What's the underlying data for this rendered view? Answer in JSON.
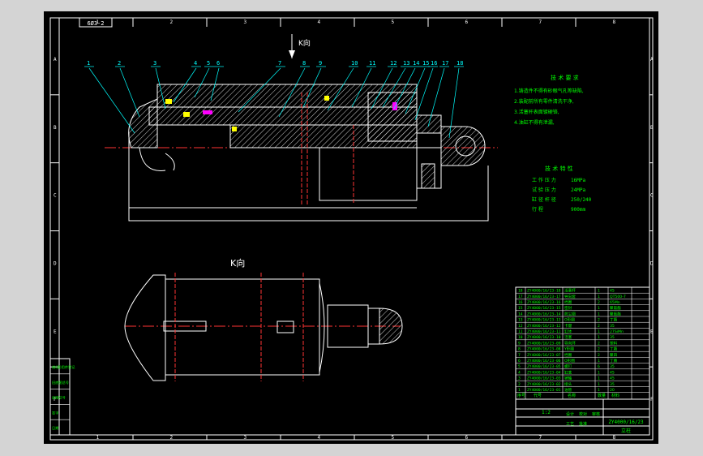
{
  "sheet": {
    "corner_code": "6Ø3-2",
    "border_letters_top": [
      "1",
      "2",
      "3",
      "4",
      "5",
      "6",
      "7",
      "8"
    ],
    "border_letters_side": [
      "A",
      "B",
      "C",
      "D",
      "E",
      "F"
    ]
  },
  "view_labels": {
    "k_arrow": "K向",
    "k_view": "K向"
  },
  "balloons": [
    "1",
    "2",
    "3",
    "4",
    "5",
    "6",
    "7",
    "8",
    "9",
    "10",
    "11",
    "12",
    "13",
    "14",
    "15",
    "16",
    "17",
    "18"
  ],
  "tech_requirements": {
    "title": "技 术 要 求",
    "lines": [
      "1.铸造件不得有砂眼气孔等缺陷,",
      "2.装配前所有零件清洗干净,",
      "3.活塞杆表面镀硬铬,",
      "4.油缸不得有泄漏,"
    ]
  },
  "tech_specs": {
    "title": "技 术 特 性",
    "rows": [
      {
        "label": "工 作 压 力",
        "value": "16MPa"
      },
      {
        "label": "试 验 压 力",
        "value": "24MPa"
      },
      {
        "label": "缸 径 杆 径",
        "value": "250/240"
      },
      {
        "label": "行     程",
        "value": "900mm"
      }
    ]
  },
  "bom": {
    "rows": [
      [
        "18",
        "ZY4000/16/23-18",
        "活塞杆",
        "1",
        "45"
      ],
      [
        "17",
        "ZY4000/16/23-17",
        "导向套",
        "1",
        "QT500-7"
      ],
      [
        "16",
        "ZY4000/16/23-16",
        "挡圈",
        "2",
        "65Mn"
      ],
      [
        "15",
        "ZY4000/16/23-15",
        "密封",
        "1",
        "聚氨酯"
      ],
      [
        "14",
        "ZY4000/16/23-14",
        "防尘圈",
        "1",
        "聚氨酯"
      ],
      [
        "13",
        "ZY4000/16/23-13",
        "O形圈",
        "2",
        "丁腈"
      ],
      [
        "12",
        "ZY4000/16/23-12",
        "卡键",
        "2",
        "35"
      ],
      [
        "11",
        "ZY4000/16/23-11",
        "缸体",
        "1",
        "27SiMn"
      ],
      [
        "10",
        "ZY4000/16/23-10",
        "活塞",
        "1",
        "35"
      ],
      [
        "9",
        "ZY4000/16/23-09",
        "导向环",
        "2",
        "塑料"
      ],
      [
        "8",
        "ZY4000/16/23-08",
        "Y形圈",
        "2",
        "丁腈"
      ],
      [
        "7",
        "ZY4000/16/23-07",
        "挡圈",
        "2",
        "聚四"
      ],
      [
        "6",
        "ZY4000/16/23-06",
        "O形圈",
        "1",
        "丁腈"
      ],
      [
        "5",
        "ZY4000/16/23-05",
        "螺钉",
        "6",
        "35"
      ],
      [
        "4",
        "ZY4000/16/23-04",
        "缸底",
        "1",
        "45"
      ],
      [
        "3",
        "ZY4000/16/23-03",
        "销轴",
        "1",
        "45"
      ],
      [
        "2",
        "ZY4000/16/23-02",
        "接头",
        "1",
        "35"
      ],
      [
        "1",
        "ZY4000/16/23-01",
        "油管",
        "1",
        "20"
      ]
    ],
    "header": [
      "序号",
      "代号",
      "名称",
      "数量",
      "材料"
    ]
  },
  "title_block": {
    "drawing_number": "ZY4000/16/23",
    "part_name": "立柱",
    "scale": "1:2",
    "left_labels": [
      "借(通)用件登记",
      "旧底图总号",
      "底图总号",
      "签字",
      "日期"
    ],
    "row_labels": [
      "设计",
      "校对",
      "审核",
      "工艺",
      "批准"
    ]
  },
  "colors": {
    "frame": "#ffffff",
    "hatch": "#ffffff",
    "leader": "#00ffff",
    "center": "#ff3333",
    "dim": "#ffffff",
    "text": "#00ff00",
    "yellow": "#ffff00",
    "magenta": "#ff00ff"
  }
}
